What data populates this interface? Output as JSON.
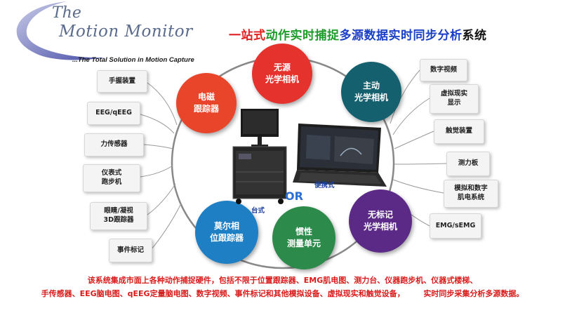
{
  "logo": {
    "line1": "The",
    "line2": "Motion Monitor",
    "tagline": "...The Total Solution in Motion Capture"
  },
  "headline": {
    "part1": "一站式",
    "part2": "动作实时捕捉",
    "part3": "多源数据实时同步分析",
    "part4": "系统"
  },
  "left_boxes": [
    {
      "label": "手握装置"
    },
    {
      "label": "EEG/qEEG"
    },
    {
      "label": "力传感器"
    },
    {
      "label": "仪表式\n跑步机"
    },
    {
      "label": "眼睛/凝视\n3D跟踪器"
    },
    {
      "label": "事件标记"
    }
  ],
  "right_boxes": [
    {
      "label": "数字视频"
    },
    {
      "label": "虚拟现实\n显示"
    },
    {
      "label": "触觉装置"
    },
    {
      "label": "测力板"
    },
    {
      "label": "模拟和数字\n肌电系统"
    },
    {
      "label": "EMG/sEMG"
    }
  ],
  "circles": [
    {
      "label": "无源\n光学相机",
      "color": "#e5322d"
    },
    {
      "label": "主动\n光学相机",
      "color": "#15606e"
    },
    {
      "label": "电磁\n跟踪器",
      "color": "#e8452a"
    },
    {
      "label": "无标记\n光学相机",
      "color": "#5b2a86"
    },
    {
      "label": "惯性\n测量单元",
      "color": "#2c8a4a"
    },
    {
      "label": "莫尔相\n位跟踪器",
      "color": "#1f7fc4"
    }
  ],
  "devices": {
    "desktop_label": "台式",
    "laptop_label": "便携式",
    "or_text": "OR"
  },
  "caption": {
    "line1": "该系统集成市面上各种动作捕捉硬件，包括不限于位置跟踪器、EMG肌电图、测力台、仪器跑步机、仪器式楼梯、",
    "line2": "手传感器、EEG脑电图、qEEG定量脑电图、数字视频、事件标记和其他模拟设备、虚拟现实和触觉设备，       实时同步采集分析多源数据。"
  },
  "colors": {
    "ring": "#888888",
    "connector": "#9a9a9a",
    "caption": "#d81c1c"
  }
}
